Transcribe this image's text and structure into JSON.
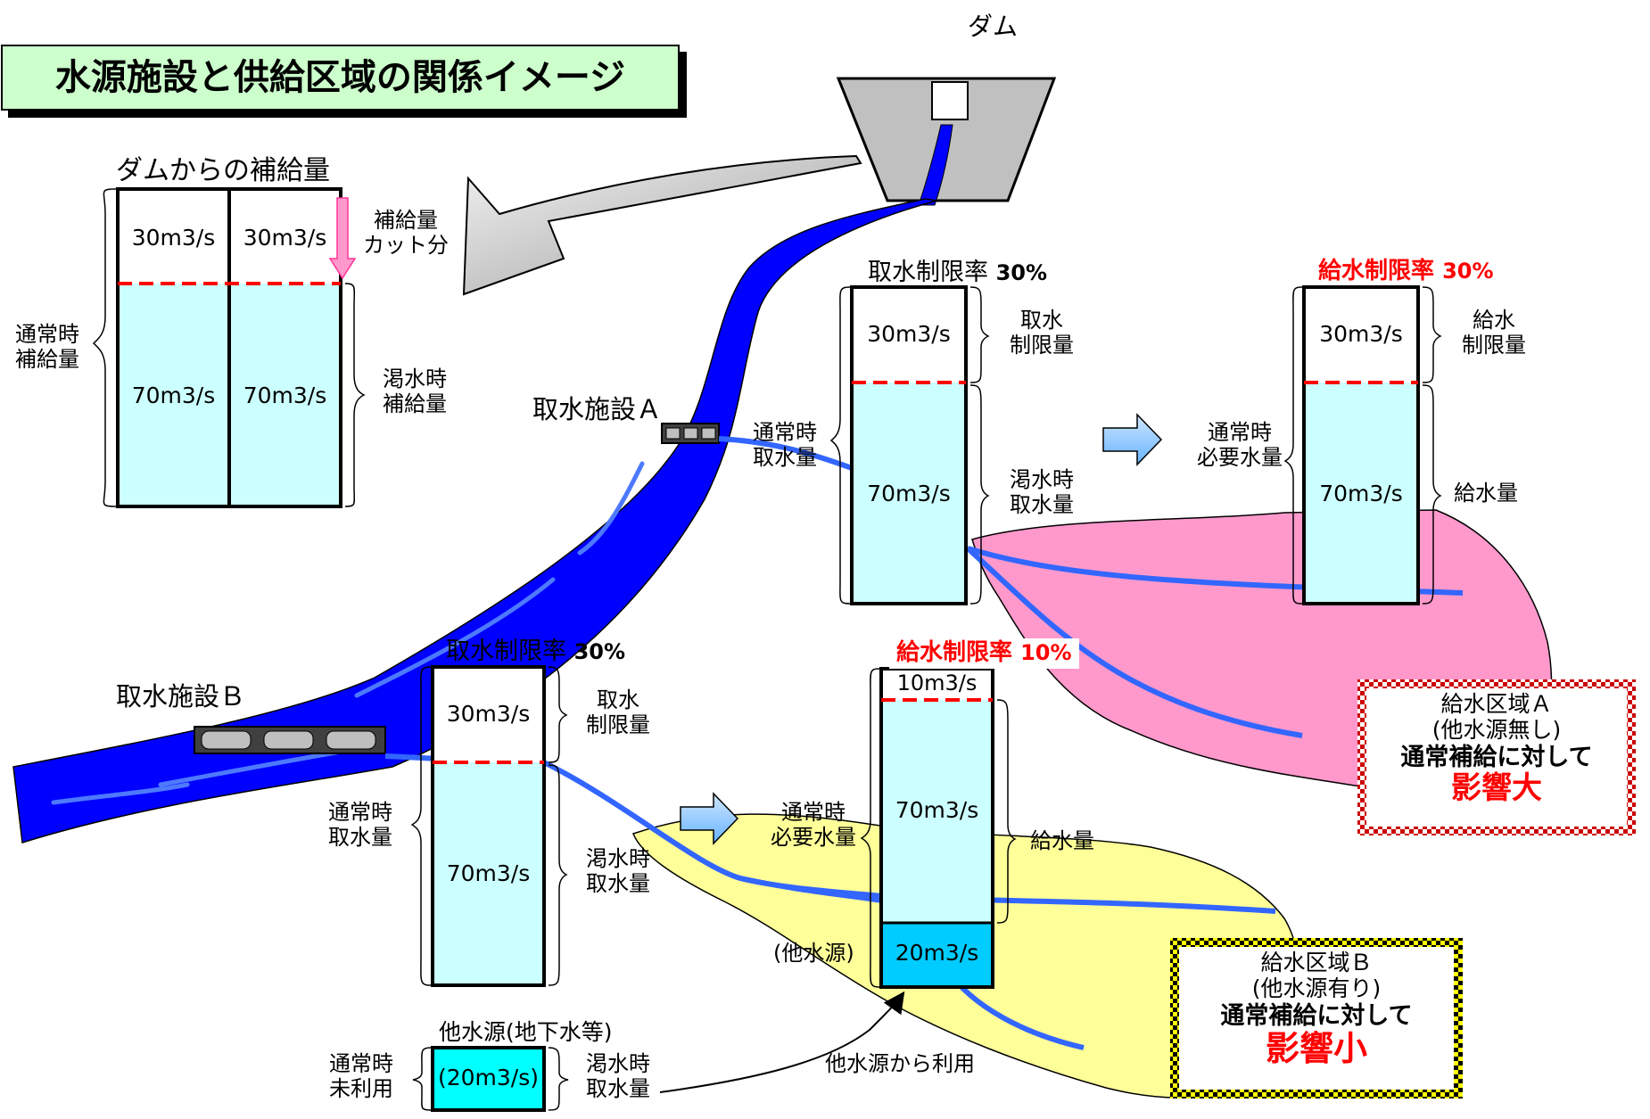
{
  "title": "水源施設と供給区域の関係イメージ",
  "dam": {
    "label": "ダム",
    "supply_heading": "ダムからの補給量",
    "cut_label": "補給量\nカット分",
    "normal_label": "通常時\n補給量",
    "drought_label": "渇水時\n補給量",
    "col1_top": "30m3/s",
    "col1_bottom": "70m3/s",
    "col2_top": "30m3/s",
    "col2_bottom": "70m3/s"
  },
  "facility_a": {
    "label": "取水施設Ａ",
    "restriction_label": "取水制限率",
    "restriction_value": "30%",
    "top_value": "30m3/s",
    "bottom_value": "70m3/s",
    "limit_label": "取水\n制限量",
    "normal_label": "通常時\n取水量",
    "drought_label": "渇水時\n取水量"
  },
  "facility_b": {
    "label": "取水施設Ｂ",
    "restriction_label": "取水制限率",
    "restriction_value": "30%",
    "top_value": "30m3/s",
    "bottom_value": "70m3/s",
    "limit_label": "取水\n制限量",
    "normal_label": "通常時\n取水量",
    "drought_label": "渇水時\n取水量"
  },
  "supply_a": {
    "restriction_label": "給水制限率",
    "restriction_value": "30%",
    "top_value": "30m3/s",
    "bottom_value": "70m3/s",
    "limit_label": "給水\n制限量",
    "required_label": "通常時\n必要水量",
    "supply_label": "給水量",
    "area_line1": "給水区域Ａ",
    "area_line2": "(他水源無し)",
    "area_line3": "通常補給に対して",
    "area_impact": "影響大"
  },
  "supply_b": {
    "restriction_label": "給水制限率",
    "restriction_value": "10%",
    "top_value": "10m3/s",
    "middle_value": "70m3/s",
    "bottom_value": "20m3/s",
    "required_label": "通常時\n必要水量",
    "supply_label": "給水量",
    "other_label": "(他水源)",
    "area_line1": "給水区域Ｂ",
    "area_line2": "(他水源有り)",
    "area_line3": "通常補給に対して",
    "area_impact": "影響小"
  },
  "other_source": {
    "heading": "他水源(地下水等)",
    "value": "(20m3/s)",
    "normal_label": "通常時\n未利用",
    "drought_label": "渇水時\n取水量",
    "use_label": "他水源から利用"
  },
  "colors": {
    "river": "#0000ff",
    "river_highlight": "#4d79ff",
    "pipe": "#3366ff",
    "water_fill": "#ccffff",
    "other_fill": "#00ccff",
    "area_a": "#ff99cc",
    "area_b": "#ffff99",
    "cut_line": "#ff0000",
    "title_fill": "#ccffcc"
  }
}
